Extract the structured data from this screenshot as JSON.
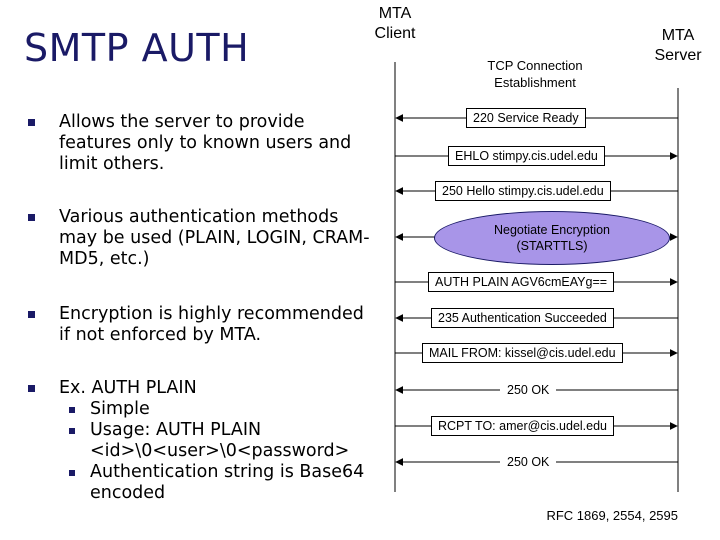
{
  "title": "SMTP AUTH",
  "bullets": [
    "Allows the server to provide features only to known users and limit others.",
    "Various authentication methods may be used (PLAIN, LOGIN, CRAM-MD5, etc.)",
    "Encryption is highly recommended if not enforced by MTA.",
    "Ex. AUTH PLAIN"
  ],
  "sub_bullets": [
    "Simple",
    "Usage: AUTH PLAIN <id>\\0<user>\\0<password>",
    "Authentication string is Base64 encoded"
  ],
  "diagram": {
    "client_label_1": "MTA",
    "client_label_2": "Client",
    "server_label_1": "MTA",
    "server_label_2": "Server",
    "tcp_label_1": "TCP Connection",
    "tcp_label_2": "Establishment",
    "messages": [
      {
        "text": "220 Service Ready",
        "direction": "server-to-client"
      },
      {
        "text": "EHLO stimpy.cis.udel.edu",
        "direction": "client-to-server"
      },
      {
        "text": "250 Hello stimpy.cis.udel.edu",
        "direction": "server-to-client"
      },
      {
        "text": "AUTH PLAIN AGV6cmEAYg==",
        "direction": "client-to-server"
      },
      {
        "text": "235 Authentication Succeeded",
        "direction": "server-to-client"
      },
      {
        "text": "MAIL FROM: kissel@cis.udel.edu",
        "direction": "client-to-server"
      },
      {
        "text": "250 OK",
        "direction": "server-to-client"
      },
      {
        "text": "RCPT TO: amer@cis.udel.edu",
        "direction": "client-to-server"
      },
      {
        "text": "250 OK",
        "direction": "server-to-client"
      }
    ],
    "negotiate_1": "Negotiate Encryption",
    "negotiate_2": "(STARTTLS)",
    "negotiate_fill": "#a895e8"
  },
  "rfc": "RFC 1869, 2554, 2595",
  "accent_color": "#1a1a66"
}
